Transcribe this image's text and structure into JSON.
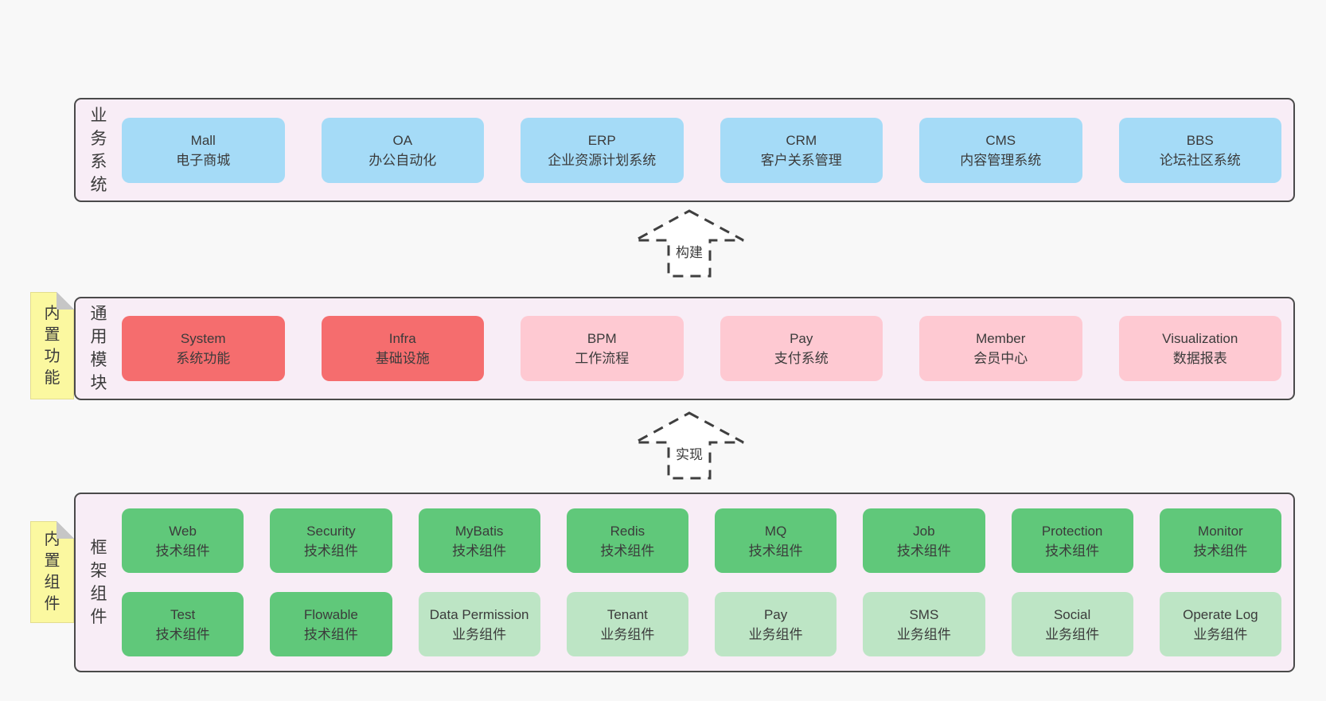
{
  "colors": {
    "page_bg": "#f8f8f8",
    "panel_bg": "#f8edf6",
    "panel_border": "#4a4a4a",
    "blue": "#a5dbf7",
    "red": "#f56d6e",
    "pink": "#fec9d2",
    "green": "#60c87a",
    "lightgreen": "#bde5c5",
    "tab_bg": "#fbf8a0",
    "tab_fold": "#c6c6c6",
    "arrow_stroke": "#3f3f3f",
    "text": "#3b3b3b"
  },
  "arrows": [
    {
      "label": "构建"
    },
    {
      "label": "实现"
    }
  ],
  "sections": [
    {
      "label": "业务系统",
      "rows": [
        [
          {
            "name": "Mall",
            "desc": "电子商城",
            "variant": "blue"
          },
          {
            "name": "OA",
            "desc": "办公自动化",
            "variant": "blue"
          },
          {
            "name": "ERP",
            "desc": "企业资源计划系统",
            "variant": "blue"
          },
          {
            "name": "CRM",
            "desc": "客户关系管理",
            "variant": "blue"
          },
          {
            "name": "CMS",
            "desc": "内容管理系统",
            "variant": "blue"
          },
          {
            "name": "BBS",
            "desc": "论坛社区系统",
            "variant": "blue"
          }
        ]
      ]
    },
    {
      "label": "通用模块",
      "tab": "内置功能",
      "rows": [
        [
          {
            "name": "System",
            "desc": "系统功能",
            "variant": "red"
          },
          {
            "name": "Infra",
            "desc": "基础设施",
            "variant": "red"
          },
          {
            "name": "BPM",
            "desc": "工作流程",
            "variant": "pink"
          },
          {
            "name": "Pay",
            "desc": "支付系统",
            "variant": "pink"
          },
          {
            "name": "Member",
            "desc": "会员中心",
            "variant": "pink"
          },
          {
            "name": "Visualization",
            "desc": "数据报表",
            "variant": "pink"
          }
        ]
      ]
    },
    {
      "label": "框架组件",
      "tab": "内置组件",
      "rows": [
        [
          {
            "name": "Web",
            "desc": "技术组件",
            "variant": "green"
          },
          {
            "name": "Security",
            "desc": "技术组件",
            "variant": "green"
          },
          {
            "name": "MyBatis",
            "desc": "技术组件",
            "variant": "green"
          },
          {
            "name": "Redis",
            "desc": "技术组件",
            "variant": "green"
          },
          {
            "name": "MQ",
            "desc": "技术组件",
            "variant": "green"
          },
          {
            "name": "Job",
            "desc": "技术组件",
            "variant": "green"
          },
          {
            "name": "Protection",
            "desc": "技术组件",
            "variant": "green"
          },
          {
            "name": "Monitor",
            "desc": "技术组件",
            "variant": "green"
          }
        ],
        [
          {
            "name": "Test",
            "desc": "技术组件",
            "variant": "green"
          },
          {
            "name": "Flowable",
            "desc": "技术组件",
            "variant": "green"
          },
          {
            "name": "Data Permission",
            "desc": "业务组件",
            "variant": "lightgreen"
          },
          {
            "name": "Tenant",
            "desc": "业务组件",
            "variant": "lightgreen"
          },
          {
            "name": "Pay",
            "desc": "业务组件",
            "variant": "lightgreen"
          },
          {
            "name": "SMS",
            "desc": "业务组件",
            "variant": "lightgreen"
          },
          {
            "name": "Social",
            "desc": "业务组件",
            "variant": "lightgreen"
          },
          {
            "name": "Operate Log",
            "desc": "业务组件",
            "variant": "lightgreen"
          }
        ]
      ]
    }
  ]
}
